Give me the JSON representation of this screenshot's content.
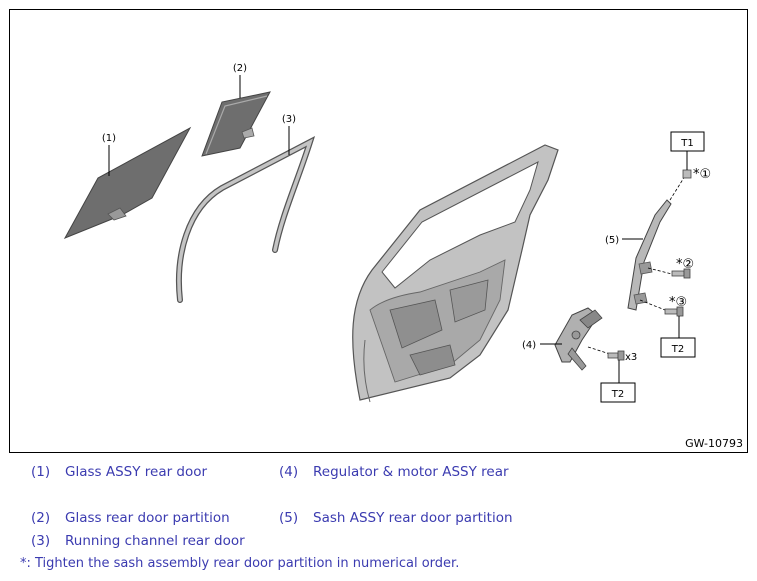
{
  "figure": {
    "id": "GW-10793",
    "callouts": {
      "c1": "(1)",
      "c2": "(2)",
      "c3": "(3)",
      "c4": "(4)",
      "c5": "(5)"
    },
    "torque": {
      "t1": "T1",
      "t2a": "T2",
      "t2b": "T2"
    },
    "order_marks": {
      "m1": "*①",
      "m2": "*②",
      "m3": "*③"
    },
    "quantity": "x3"
  },
  "legend": [
    {
      "num": "(1)",
      "label": "Glass ASSY rear door"
    },
    {
      "num": "(4)",
      "label": "Regulator & motor ASSY rear"
    },
    {
      "num": "(2)",
      "label": "Glass rear door partition"
    },
    {
      "num": "(5)",
      "label": "Sash ASSY rear door partition"
    },
    {
      "num": "(3)",
      "label": "Running channel rear door"
    }
  ],
  "note": "*: Tighten the sash assembly rear door partition in numerical order.",
  "colors": {
    "legend_text": "#3b3bb0",
    "glass_fill": "#6e6e6e",
    "part_fill": "#b8b8b8"
  }
}
